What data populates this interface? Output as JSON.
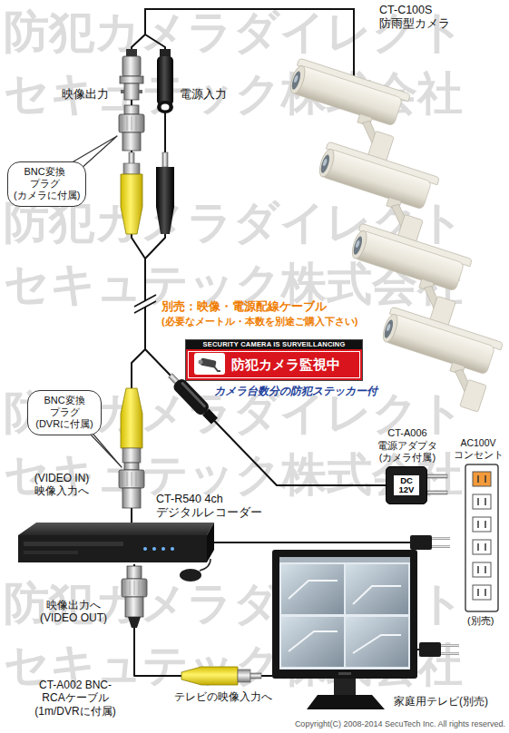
{
  "diagram": {
    "nodes": [
      {
        "text": [
          "CT-C100S 防雨型カメラ"
        ]
      },
      {
        "text": [
          "BNC変換 プラグ (カメラに付属)"
        ]
      },
      {
        "text": [
          "SECURITY CAMERA IS SURVEILLANCING",
          "防犯カメラ監視中"
        ]
      },
      {
        "text": [
          "BNC変換 プラグ (DVRに付属)"
        ]
      },
      {
        "text": [
          "CT-A006 電源アダプタ (カメラ付属)",
          "DC 12V"
        ]
      },
      {
        "text": [
          "CT-R540 4ch デジタルレコーダー"
        ]
      },
      {
        "text": [
          "家庭用テレビ(別売)"
        ]
      }
    ],
    "edges": [
      {
        "from": 0,
        "to": 5,
        "arrow": "none"
      },
      {
        "from": 4,
        "to": 0,
        "arrow": "none"
      },
      {
        "from": 5,
        "to": 6,
        "arrow": "none"
      }
    ],
    "labels": [
      "映像出力",
      "電源入力",
      "別売：映像・電源配線ケーブル",
      "(必要なメートル・本数を別途ご購入下さい)",
      "カメラ台数分の防犯ステッカー付",
      "AC100V コンセント",
      "(VIDEO IN) 映像入力へ",
      "(別売)",
      "映像出力へ (VIDEO OUT)",
      "CT-A002 BNC-RCAケーブル (1m/DVRに付属)",
      "テレビの映像入力へ",
      "Copyright(C) 2008-2014 SecuTech Inc. All rights reserved.",
      "防犯カメラダイレクト",
      "セキュテック株式会社",
      "防犯カメラダイレクト",
      "セキュテック株式会社",
      "防犯カメラダイレクト",
      "セキュテック株式会社",
      "防犯カメラダイレクト",
      "セキュテック株式会社"
    ]
  }
}
